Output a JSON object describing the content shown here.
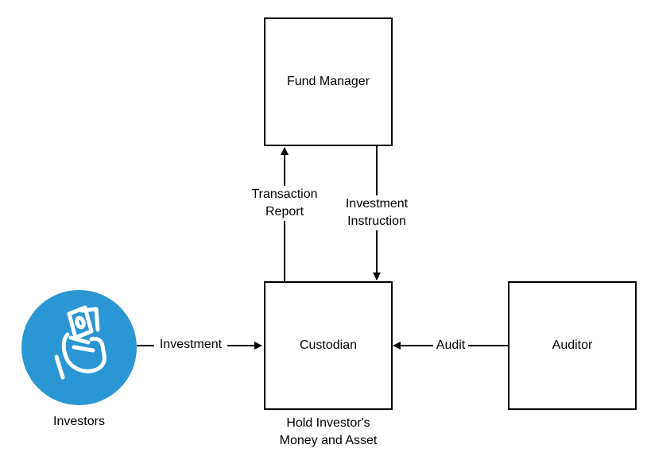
{
  "nodes": {
    "fund_manager": "Fund Manager",
    "custodian": "Custodian",
    "auditor": "Auditor",
    "investors": "Investors"
  },
  "custodian_note": [
    "Hold Investor's",
    "Money and Asset"
  ],
  "edges": {
    "transaction_report": [
      "Transaction",
      "Report"
    ],
    "investment_instruction": [
      "Investment",
      "Instruction"
    ],
    "investment": "Investment",
    "audit": "Audit"
  },
  "colors": {
    "investor_icon_bg": "#2a96d3",
    "line": "#000000"
  },
  "icons": {
    "investors": "hand-holding-money-icon"
  }
}
